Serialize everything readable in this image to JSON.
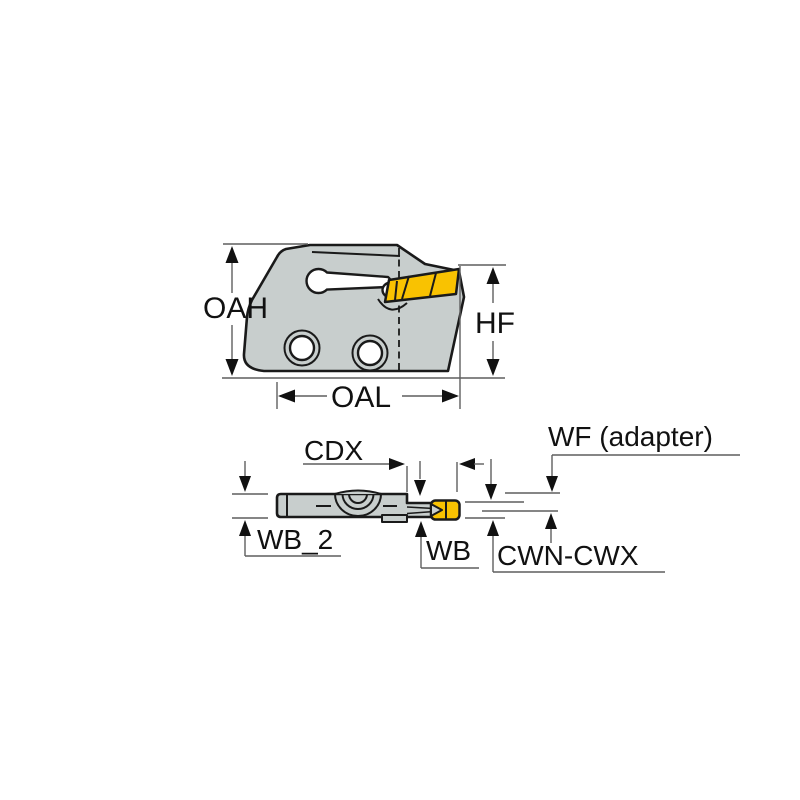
{
  "diagram": {
    "type": "technical-dimension-drawing",
    "views": [
      "side-view",
      "top-view"
    ]
  },
  "labels": {
    "side_view": {
      "oah": "OAH",
      "hf": "HF",
      "oal": "OAL"
    },
    "top_view": {
      "cdx": "CDX",
      "wf_adapter": "WF (adapter)",
      "wb_2": "WB_2",
      "wb": "WB",
      "cwn_cwx": "CWN-CWX"
    }
  },
  "colors": {
    "body": "#c8cecd",
    "insert": "#f9c201",
    "outline": "#1a1a1a",
    "dim": "#5f5f5f",
    "text": "#111111"
  }
}
